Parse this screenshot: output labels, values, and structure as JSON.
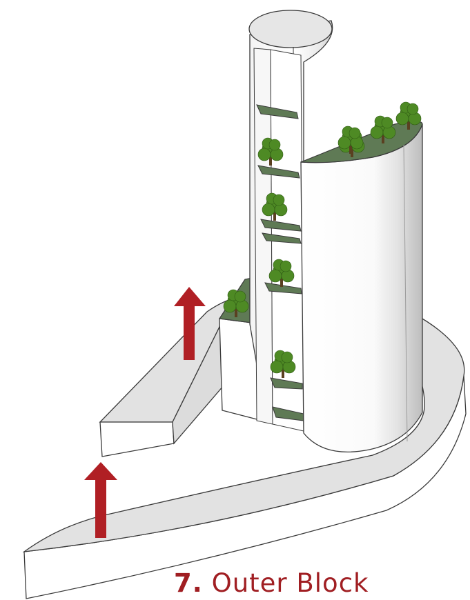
{
  "caption": {
    "number": "7.",
    "text": "Outer Block"
  },
  "colors": {
    "caption": "#a01e22",
    "arrow": "#b01f24",
    "roof_green": "#5f7a55",
    "wall_white": "#ffffff",
    "top_grey": "#e3e3e3",
    "outline": "#3a3a3a",
    "foliage": "#4e8a24",
    "trunk": "#5a4020"
  },
  "diagram": {
    "elements": [
      "tower",
      "outer-block-ramp",
      "low-wing",
      "short-block",
      "sky-garden-platforms",
      "trees",
      "upward-arrows"
    ],
    "arrow_count": 2,
    "tree_count": 9,
    "arrow_direction": "up"
  }
}
